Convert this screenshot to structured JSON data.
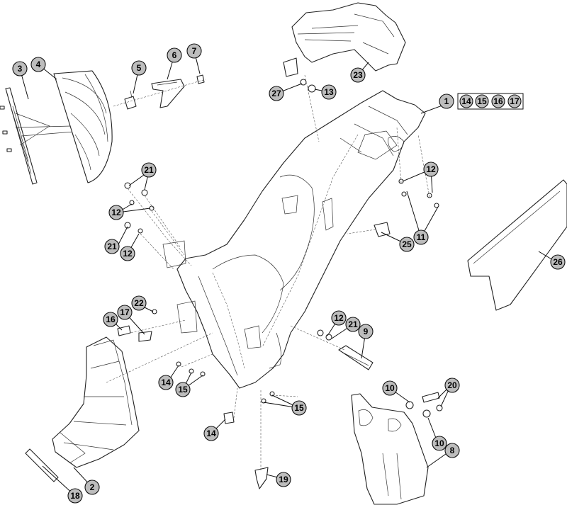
{
  "callouts": {
    "c1": "1",
    "c2": "2",
    "c3": "3",
    "c4": "4",
    "c5": "5",
    "c6": "6",
    "c7": "7",
    "c8": "8",
    "c9": "9",
    "c10a": "10",
    "c10b": "10",
    "c11": "11",
    "c12a": "12",
    "c12b": "12",
    "c12c": "12",
    "c12d": "12",
    "c13": "13",
    "c14a": "14",
    "c14b": "14",
    "c15a": "15",
    "c15b": "15",
    "c16": "16",
    "c17": "17",
    "c18": "18",
    "c19": "19",
    "c20": "20",
    "c21a": "21",
    "c21b": "21",
    "c21c": "21",
    "c22": "22",
    "c23": "23",
    "c25": "25",
    "c26": "26",
    "c27": "27"
  },
  "kit_box": {
    "k14": "14",
    "k15": "15",
    "k16": "16",
    "k17": "17"
  }
}
